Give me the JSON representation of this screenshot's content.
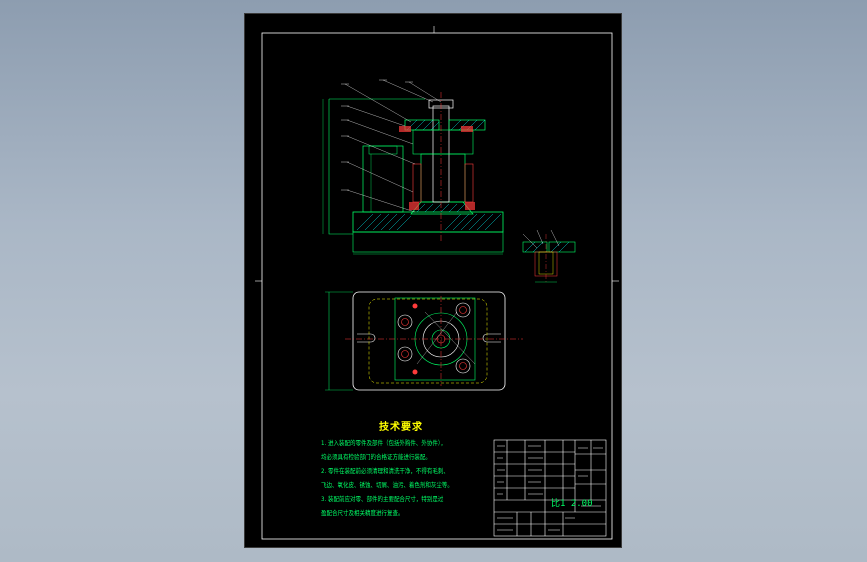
{
  "technical_requirements": {
    "title": "技术要求",
    "lines": [
      "1. 进入装配的零件及部件（包括外购件、外协件），",
      "均必须具有检验部门的合格证方能进行装配。",
      "2. 零件在装配前必须清理和清洗干净，不得有毛刺、",
      "飞边、氧化皮、锈蚀、切屑、油污、着色剂和灰尘等。",
      "3. 装配前应对零、部件的主要配合尺寸，特别是过",
      "盈配合尺寸及相关精度进行复查。"
    ]
  },
  "title_block": {
    "scale_text": "比1 2.00"
  },
  "colors": {
    "background": "#000000",
    "frame": "#ffffff",
    "outline": "#00ff66",
    "center_line": "#ff3b3b",
    "hidden": "#ffff00",
    "hatch": "#00ffff"
  }
}
